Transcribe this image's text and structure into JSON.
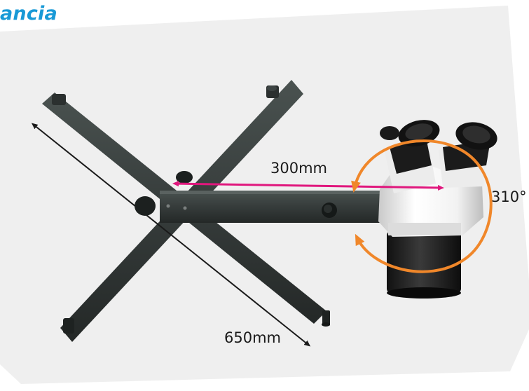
{
  "heading": "ancia",
  "dimensions": {
    "arm_reach": "300mm",
    "base_span": "650mm",
    "head_rotation": "310°"
  },
  "colors": {
    "heading": "#1899d6",
    "arm_reach_arrow": "#e0177d",
    "base_span_arrow": "#1a1a1a",
    "rotation_arrow": "#f0872a",
    "backdrop": "#efefef"
  }
}
